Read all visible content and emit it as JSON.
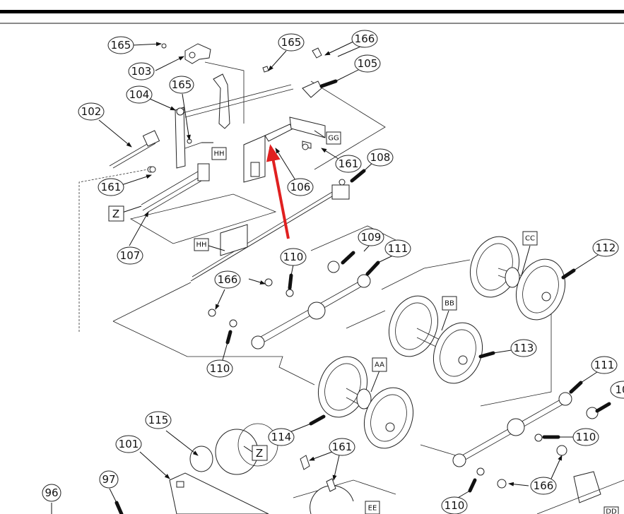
{
  "diagram": {
    "type": "exploded parts diagram",
    "callouts": [
      {
        "id": "c165a",
        "label": "165"
      },
      {
        "id": "c103",
        "label": "103"
      },
      {
        "id": "c104",
        "label": "104"
      },
      {
        "id": "c165b",
        "label": "165"
      },
      {
        "id": "c102",
        "label": "102"
      },
      {
        "id": "c165c",
        "label": "165"
      },
      {
        "id": "c166a",
        "label": "166"
      },
      {
        "id": "c105",
        "label": "105"
      },
      {
        "id": "c161a",
        "label": "161"
      },
      {
        "id": "c106",
        "label": "106"
      },
      {
        "id": "c108",
        "label": "108"
      },
      {
        "id": "c161b",
        "label": "161"
      },
      {
        "id": "c107",
        "label": "107"
      },
      {
        "id": "c109",
        "label": "109"
      },
      {
        "id": "c111a",
        "label": "111"
      },
      {
        "id": "c110a",
        "label": "110"
      },
      {
        "id": "c166b",
        "label": "166"
      },
      {
        "id": "c110b",
        "label": "110"
      },
      {
        "id": "c112",
        "label": "112"
      },
      {
        "id": "c113",
        "label": "113"
      },
      {
        "id": "c111b",
        "label": "111"
      },
      {
        "id": "c10x",
        "label": "10"
      },
      {
        "id": "c110c",
        "label": "110"
      },
      {
        "id": "c166c",
        "label": "166"
      },
      {
        "id": "c110d",
        "label": "110"
      },
      {
        "id": "c114",
        "label": "114"
      },
      {
        "id": "c115",
        "label": "115"
      },
      {
        "id": "c101",
        "label": "101"
      },
      {
        "id": "c161c",
        "label": "161"
      },
      {
        "id": "c97",
        "label": "97"
      },
      {
        "id": "c96",
        "label": "96"
      }
    ],
    "reference_boxes": [
      {
        "id": "rGG",
        "label": "GG"
      },
      {
        "id": "rHH1",
        "label": "HH"
      },
      {
        "id": "rHH2",
        "label": "HH"
      },
      {
        "id": "rZ1",
        "label": "Z"
      },
      {
        "id": "rZ2",
        "label": "Z"
      },
      {
        "id": "rCC",
        "label": "CC"
      },
      {
        "id": "rBB",
        "label": "BB"
      },
      {
        "id": "rAA",
        "label": "AA"
      },
      {
        "id": "rEE",
        "label": "EE"
      },
      {
        "id": "rDD",
        "label": "DD"
      }
    ],
    "annotation": {
      "type": "arrow",
      "color": "#e02020",
      "points_to": "106"
    }
  }
}
